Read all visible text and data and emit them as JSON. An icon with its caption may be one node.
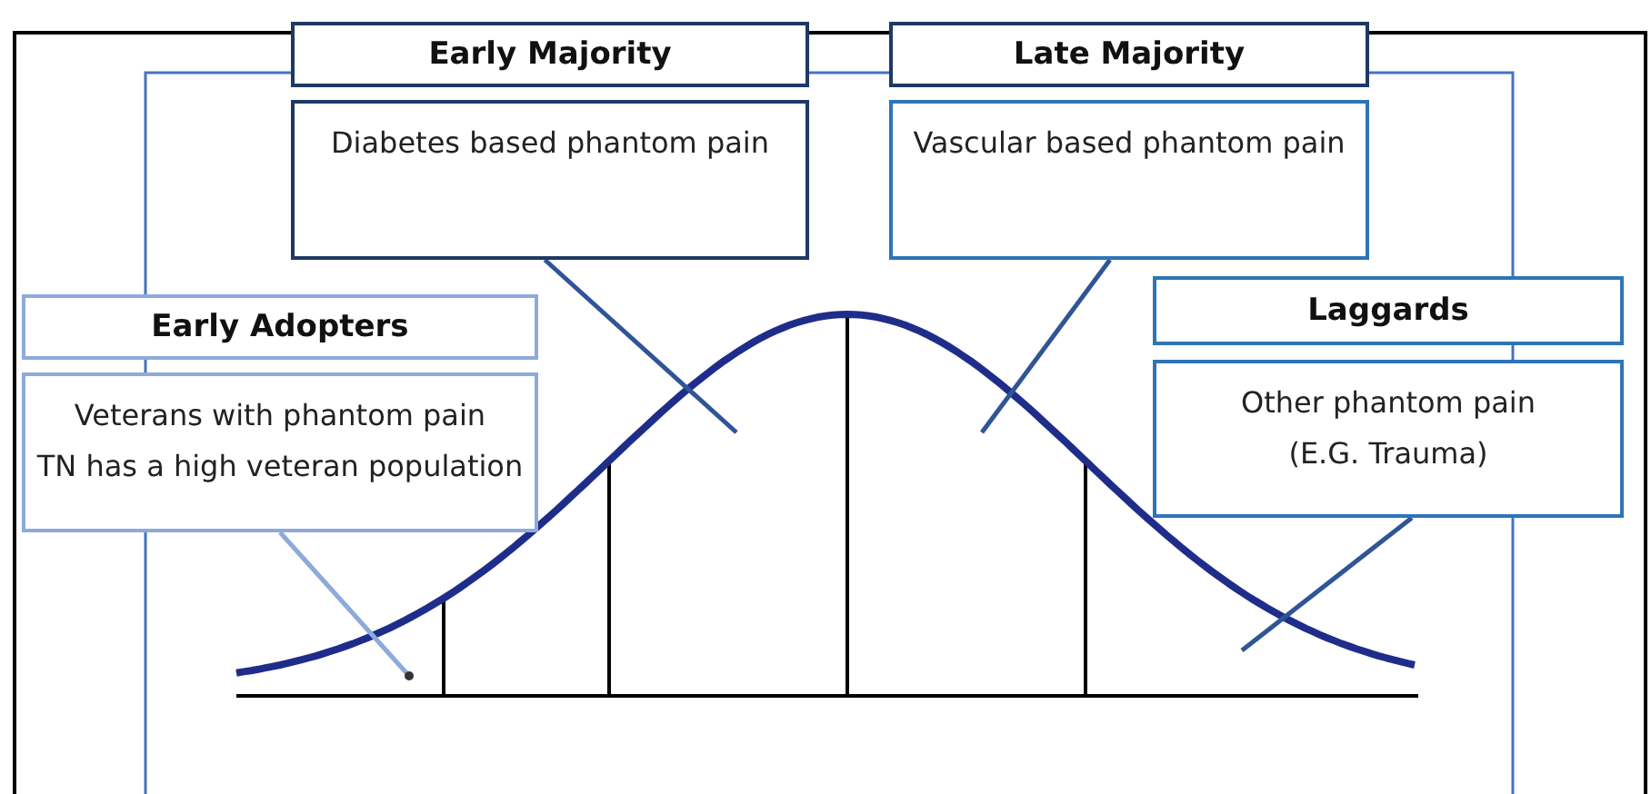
{
  "diagram": {
    "nodes": [
      {
        "text": [
          "Early Majority"
        ]
      },
      {
        "text": [
          "Diabetes based phantom pain"
        ]
      },
      {
        "text": [
          "Late Majority"
        ]
      },
      {
        "text": [
          "Vascular based phantom pain"
        ]
      },
      {
        "text": [
          "Early Adopters"
        ]
      },
      {
        "text": [
          "Veterans with phantom pain",
          "TN has a high veteran population"
        ]
      },
      {
        "text": [
          "Laggards"
        ]
      },
      {
        "text": [
          "Other phantom pain",
          "(E.G. Trauma)"
        ]
      }
    ],
    "edges": [
      {
        "from": 1,
        "to": null,
        "arrow": "none"
      },
      {
        "from": 3,
        "to": null,
        "arrow": "none"
      },
      {
        "from": 5,
        "to": null,
        "arrow": "other",
        "color": "#8eaadb"
      },
      {
        "from": 7,
        "to": null,
        "arrow": "none"
      }
    ]
  }
}
